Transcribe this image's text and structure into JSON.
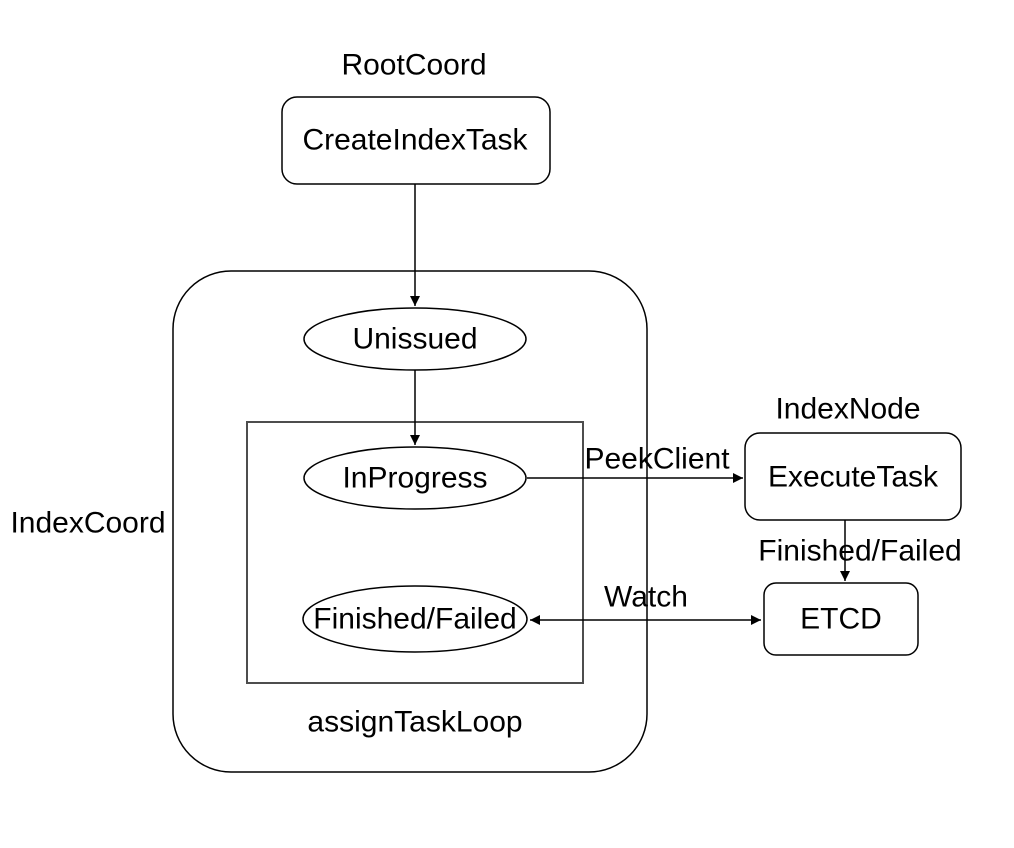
{
  "diagram": {
    "background_color": "#ffffff",
    "stroke_color": "#000000",
    "external_labels": {
      "root_coord": "RootCoord",
      "index_node": "IndexNode",
      "index_coord": "IndexCoord"
    },
    "containers": {
      "index_coord_box": "IndexCoord",
      "assign_task_loop_label": "assignTaskLoop"
    },
    "nodes": {
      "create_index_task": "CreateIndexTask",
      "unissued": "Unissued",
      "in_progress": "InProgress",
      "finished_failed": "Finished/Failed",
      "execute_task": "ExecuteTask",
      "etcd": "ETCD"
    },
    "edge_labels": {
      "peek_client": "PeekClient",
      "finished_failed": "Finished/Failed",
      "watch": "Watch"
    }
  }
}
